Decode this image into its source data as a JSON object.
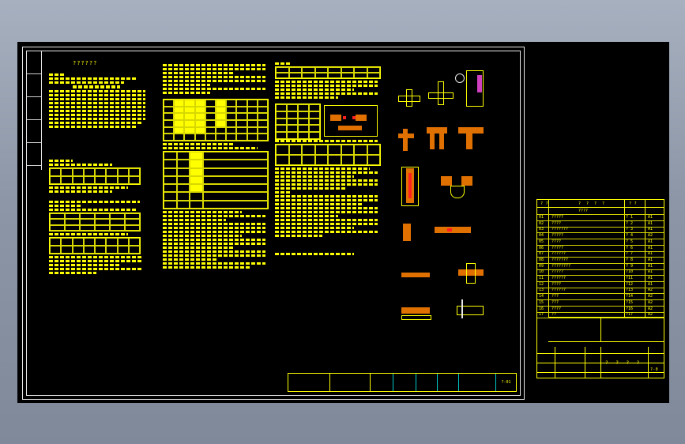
{
  "drawing": {
    "sheet_heading": "??????",
    "title_block_code": "?-01"
  },
  "index_sheet": {
    "header_title": "? ? ? ?",
    "header_col": "? ?",
    "header_size": "? ?",
    "first_row": "????",
    "rows": [
      {
        "no": "01",
        "name": "?????",
        "code": "? 1",
        "size": "A1"
      },
      {
        "no": "02",
        "name": "????",
        "code": "? 2",
        "size": "A1"
      },
      {
        "no": "03",
        "name": "???????",
        "code": "? 3",
        "size": "A1"
      },
      {
        "no": "04",
        "name": "?????",
        "code": "? 4",
        "size": "A2"
      },
      {
        "no": "05",
        "name": "????",
        "code": "? 5",
        "size": "A1"
      },
      {
        "no": "06",
        "name": "?????",
        "code": "? 6",
        "size": "A1"
      },
      {
        "no": "07",
        "name": "??????",
        "code": "? 7",
        "size": "A1"
      },
      {
        "no": "08",
        "name": "???????",
        "code": "? 8",
        "size": "A1"
      },
      {
        "no": "09",
        "name": "????????",
        "code": "? 9",
        "size": "A1"
      },
      {
        "no": "10",
        "name": "?????",
        "code": "?10",
        "size": "A1"
      },
      {
        "no": "11",
        "name": "??????",
        "code": "?11",
        "size": "A1"
      },
      {
        "no": "12",
        "name": "????",
        "code": "?12",
        "size": "A1"
      },
      {
        "no": "13",
        "name": "??????",
        "code": "?13",
        "size": "A2"
      },
      {
        "no": "14",
        "name": "???",
        "code": "?14",
        "size": "A2"
      },
      {
        "no": "15",
        "name": "???",
        "code": "?15",
        "size": "A2"
      },
      {
        "no": "16",
        "name": "????",
        "code": "?16",
        "size": "A2"
      },
      {
        "no": "17",
        "name": "??",
        "code": "?17",
        "size": "A2"
      }
    ],
    "footer_title": "? ? ? ?",
    "footer_code": "?-0"
  }
}
